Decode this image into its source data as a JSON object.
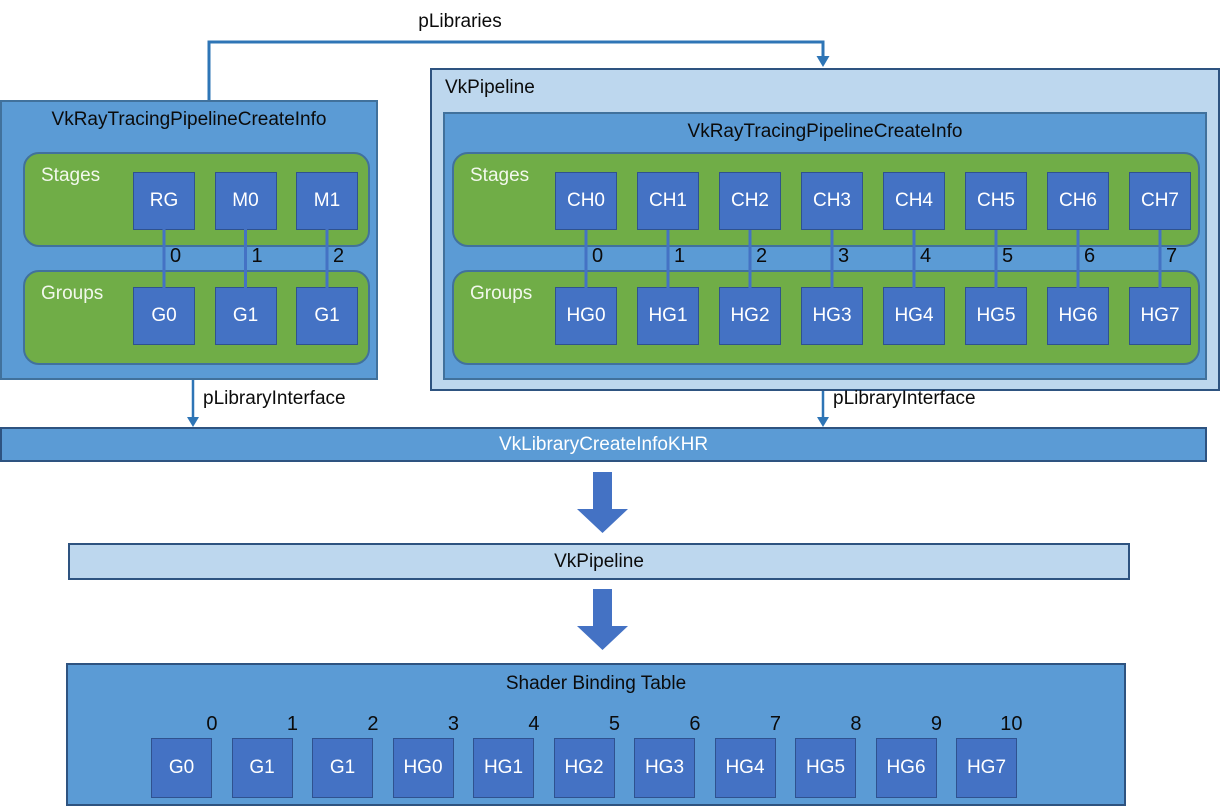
{
  "edges": {
    "plibraries_label": "pLibraries",
    "plibrary_interface_left_label": "pLibraryInterface",
    "plibrary_interface_right_label": "pLibraryInterface"
  },
  "left_pipeline": {
    "title": "VkRayTracingPipelineCreateInfo",
    "stages_label": "Stages",
    "groups_label": "Groups",
    "stages": [
      "RG",
      "M0",
      "M1"
    ],
    "stage_indices": [
      "0",
      "1",
      "2"
    ],
    "groups": [
      "G0",
      "G1",
      "G1"
    ]
  },
  "vk_pipeline_box": {
    "title": "VkPipeline",
    "create_info": {
      "title": "VkRayTracingPipelineCreateInfo",
      "stages_label": "Stages",
      "groups_label": "Groups",
      "stages": [
        "CH0",
        "CH1",
        "CH2",
        "CH3",
        "CH4",
        "CH5",
        "CH6",
        "CH7"
      ],
      "stage_indices": [
        "0",
        "1",
        "2",
        "3",
        "4",
        "5",
        "6",
        "7"
      ],
      "groups": [
        "HG0",
        "HG1",
        "HG2",
        "HG3",
        "HG4",
        "HG5",
        "HG6",
        "HG7"
      ]
    }
  },
  "library_bar": {
    "label": "VkLibraryCreateInfoKHR"
  },
  "pipeline_bar": {
    "label": "VkPipeline"
  },
  "shader_binding_table": {
    "title": "Shader Binding Table",
    "indices": [
      "0",
      "1",
      "2",
      "3",
      "4",
      "5",
      "6",
      "7",
      "8",
      "9",
      "10"
    ],
    "entries": [
      "G0",
      "G1",
      "G1",
      "HG0",
      "HG1",
      "HG2",
      "HG3",
      "HG4",
      "HG5",
      "HG6",
      "HG7"
    ]
  },
  "colors": {
    "medium_blue_fill": "#5B9BD5",
    "medium_blue_border": "#41719C",
    "light_blue_fill": "#BDD7EE",
    "dark_blue_border": "#2E5380",
    "square_fill": "#4472C4",
    "square_border": "#2F528F",
    "green_fill": "#70AD47",
    "connector_line": "#2E75B6",
    "big_arrow_fill": "#4472C4",
    "text_dark": "#0b0b0b",
    "text_light": "#FFFFFF"
  }
}
